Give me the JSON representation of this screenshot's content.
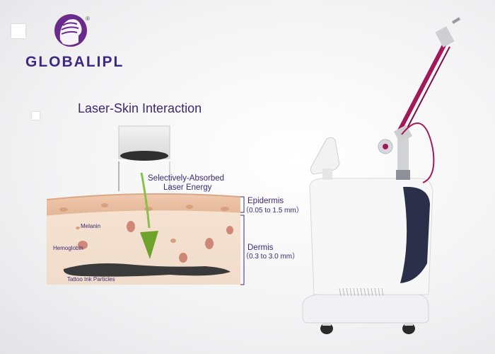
{
  "brand": {
    "name": "GLOBALIPL",
    "registered_mark": "®"
  },
  "diagram": {
    "title": "Laser-Skin Interaction",
    "beam_label_line1": "Selectively-Absorbed",
    "beam_label_line2": "Laser Energy",
    "epidermis": {
      "name": "Epidermis",
      "range": "（0.05 to 1.5 mm）"
    },
    "dermis": {
      "name": "Dermis",
      "range": "（0.3 to 3.0 mm）"
    },
    "tissue_labels": {
      "melanin": "Melanin",
      "hemoglobin": "Hemoglobin",
      "tattoo": "Tattoo Ink Particles"
    }
  },
  "colors": {
    "brand_purple": "#3b2a82",
    "arrow_green": "#6fa22a",
    "skin_top": "#e9c7ad",
    "skin_dermis": "#f2dfcf",
    "cell_red": "#cf8878",
    "ink": "#3a3a3a",
    "machine_body": "#f7f7f8",
    "machine_dark_panel": "#2c2f4a",
    "arm_magenta": "#a2195a"
  },
  "icons": [
    "logo-head-icon",
    "square-bullet-icon"
  ]
}
